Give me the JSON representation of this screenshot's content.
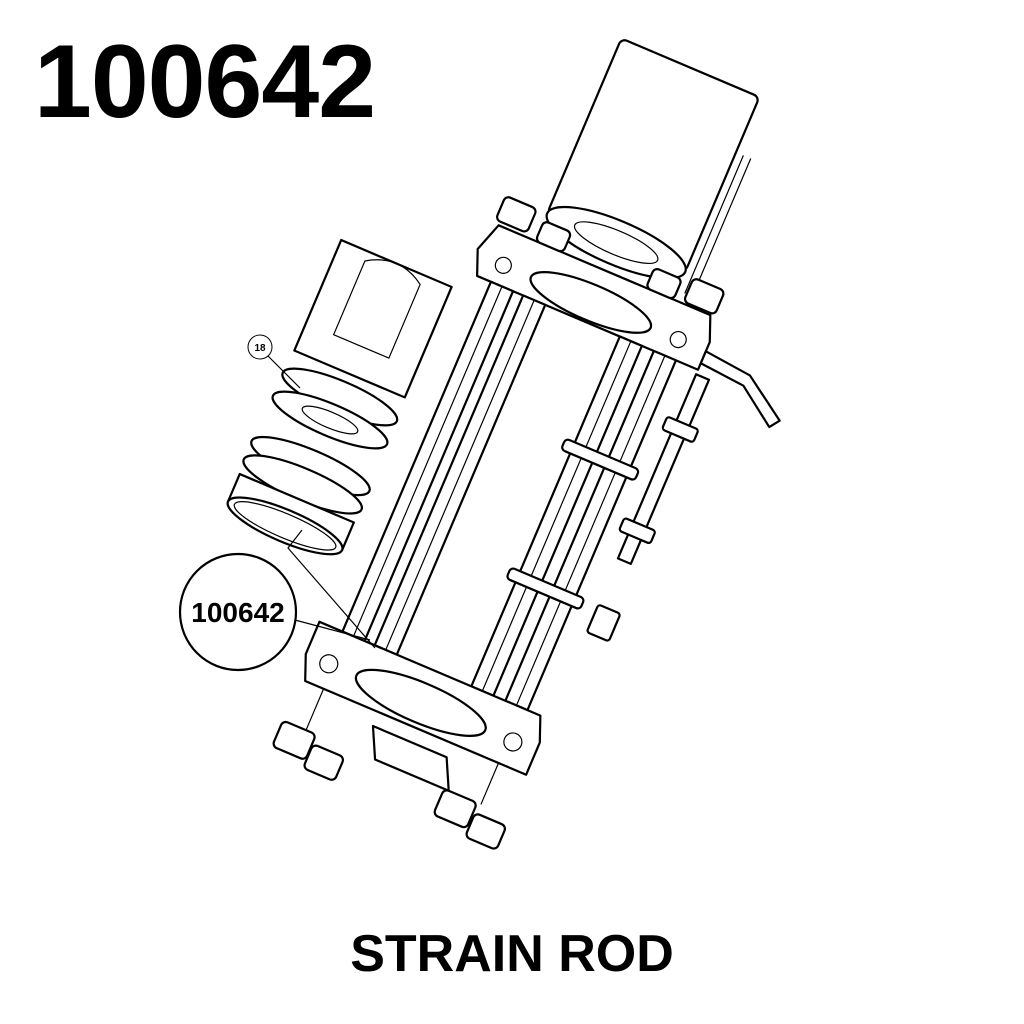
{
  "header": {
    "part_number": "100642"
  },
  "callouts": [
    {
      "label": "18"
    },
    {
      "label": "100642"
    }
  ],
  "footer": {
    "caption": "STRAIN ROD"
  },
  "colors": {
    "ink": "#000000",
    "background": "#ffffff"
  }
}
